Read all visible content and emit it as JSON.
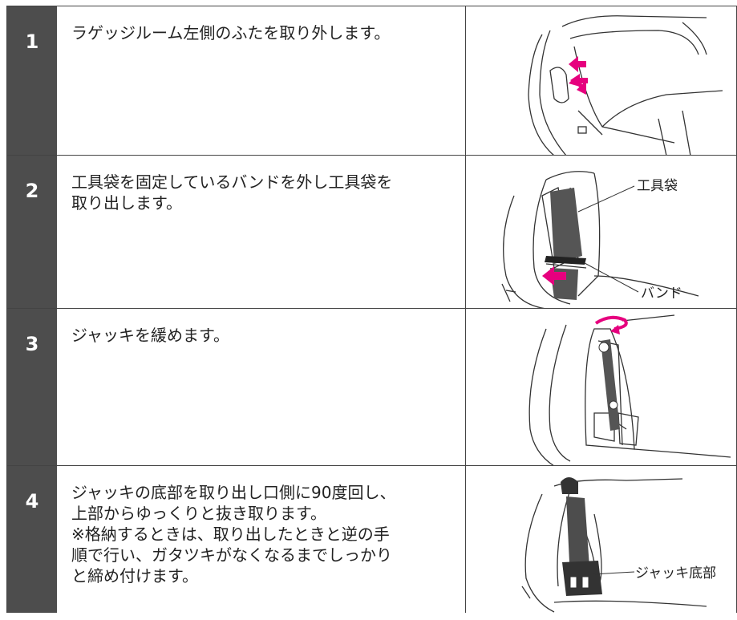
{
  "steps": [
    {
      "number": "1",
      "lines": [
        "ラゲッジルーム左側のふたを取り外します。"
      ]
    },
    {
      "number": "2",
      "lines": [
        "工具袋を固定しているバンドを外し工具袋を",
        "取り出します。"
      ],
      "labels": {
        "bag": "工具袋",
        "band": "バンド"
      }
    },
    {
      "number": "3",
      "lines": [
        "ジャッキを緩めます。"
      ]
    },
    {
      "number": "4",
      "lines": [
        "ジャッキの底部を取り出し口側に90度回し、",
        "上部からゆっくりと抜き取ります。",
        "※格納するときは、取り出したときと逆の手",
        "順で行い、ガタツキがなくなるまでしっかり",
        "と締め付けます。"
      ],
      "labels": {
        "jack_base": "ジャッキ底部"
      }
    }
  ],
  "colors": {
    "number_bg": "#4d4d4d",
    "arrow": "#e6007e",
    "border": "#444444"
  },
  "icons": [
    "trunk-cover-illustration",
    "tool-bag-illustration",
    "jack-loosen-illustration",
    "jack-removal-illustration"
  ]
}
